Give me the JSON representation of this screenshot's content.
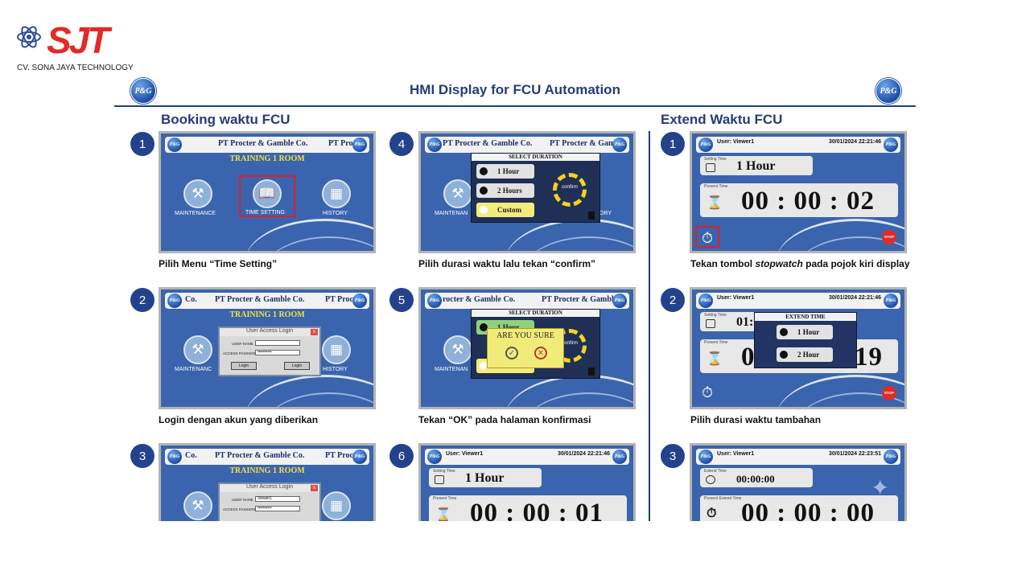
{
  "company": {
    "logo_text": "SJT",
    "name": "CV. SONA JAYA TECHNOLOGY"
  },
  "document": {
    "title": "HMI Display for FCU Automation",
    "brand_badge": "P&G",
    "sections": {
      "booking": "Booking waktu FCU",
      "extend": "Extend Waktu FCU"
    }
  },
  "steps": {
    "b1": {
      "number": "1",
      "caption": "Pilih Menu “Time Setting”"
    },
    "b2": {
      "number": "2",
      "caption": "Login dengan akun yang diberikan"
    },
    "b3": {
      "number": "3"
    },
    "b4": {
      "number": "4",
      "caption": "Pilih durasi waktu lalu tekan “confirm”"
    },
    "b5": {
      "number": "5",
      "caption": "Tekan “OK” pada halaman konfirmasi"
    },
    "b6": {
      "number": "6"
    },
    "e1": {
      "number": "1",
      "caption_pre": "Tekan tombol ",
      "caption_em": "stopwatch",
      "caption_post": " pada pojok kiri display"
    },
    "e2": {
      "number": "2",
      "caption": "Pilih durasi waktu tambahan"
    },
    "e3": {
      "number": "3"
    }
  },
  "hmi": {
    "company": "PT Procter & Gamble Co.",
    "company_short": "PT Pro",
    "company_right_cut": "PT Proc",
    "company_left_cut": "Co.",
    "room": "TRAINING 1 ROOM",
    "menu": {
      "maintenance": "MAINTENANCE",
      "maintenance_cut": "MAINTENANC",
      "time_setting": "TIME SETTING",
      "history": "HISTORY"
    },
    "login": {
      "title": "User Access Login",
      "close": "x",
      "user_label": "USER NAME",
      "pass_label": "ACCESS PASSWORD",
      "password_mask": "••••••••••",
      "username_filled": "Viewer1",
      "button": "Login"
    },
    "duration": {
      "title": "SELECT DURATION",
      "options": [
        "1 Hour",
        "2 Hours",
        "Custom"
      ],
      "confirm": "confirm",
      "popup_company_left": "PT Procter & Gamble Co.",
      "popup_company_right": "PT Procter & Gamb",
      "popup_company_left_cut": "rocter & Gamble Co.",
      "popup_company_right_cut": "PT Procter & Gambl",
      "first_cut": "1 Hour",
      "maint_cut": "MAINTENAN",
      "hist_cut": "ORY"
    },
    "confirm_dialog": {
      "title": "ARE YOU SURE",
      "ok": "✓",
      "cancel": "✕"
    },
    "timer": {
      "user": "User: Viewer1",
      "date_1": "30/01/2024 22:21:46",
      "date_3": "30/01/2024 22:23:51",
      "setting_label": "Setting Time",
      "setting_value": "1 Hour",
      "setting_value_cut": "01:",
      "present_label": "Present Time",
      "present_value_e1": "00 : 00 : 02",
      "present_value_b6": "00 : 00 : 01",
      "present_value_e2_left": "0",
      "present_value_e2_right": "19",
      "extend_label": "Extend Time",
      "extend_value": "00:00:00",
      "present_extend_label": "Present Extend Time",
      "present_extend_value": "00 : 00 : 00",
      "stop": "STOP"
    },
    "extend_popup": {
      "title": "EXTEND TIME",
      "options": [
        "1 Hour",
        "2 Hour"
      ]
    }
  },
  "colors": {
    "brand_red": "#e32a24",
    "navy": "#243d7a",
    "screen_blue": "#3a64ad",
    "highlight_red": "#d8222a",
    "yellow": "#f3e23b"
  }
}
